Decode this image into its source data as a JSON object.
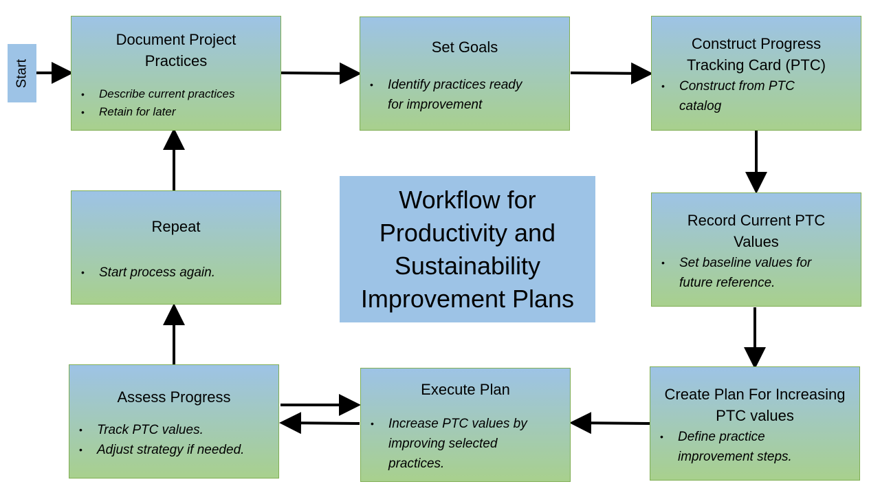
{
  "diagram": {
    "title": "Workflow for\nProductivity and\nSustainability\nImprovement Plans",
    "start_label": "Start",
    "steps": [
      {
        "title": "Document Project\nPractices",
        "bullets": [
          "Describe current practices",
          "Retain for later"
        ]
      },
      {
        "title": "Set Goals",
        "bullets": [
          "Identify practices ready\nfor improvement"
        ]
      },
      {
        "title": "Construct Progress\nTracking Card (PTC)",
        "bullets": [
          "Construct from PTC\ncatalog"
        ]
      },
      {
        "title": "Record Current PTC\nValues",
        "bullets": [
          "Set baseline values for\nfuture reference."
        ]
      },
      {
        "title": "Create Plan For Increasing\nPTC values",
        "bullets": [
          "Define practice\nimprovement steps."
        ]
      },
      {
        "title": "Execute Plan",
        "bullets": [
          "Increase PTC values by\nimproving selected\npractices."
        ]
      },
      {
        "title": "Assess Progress",
        "bullets": [
          "Track PTC values.",
          "Adjust strategy if needed."
        ]
      },
      {
        "title": "Repeat",
        "bullets": [
          "Start process again."
        ]
      }
    ],
    "colors": {
      "box_top": "#9dc3e6",
      "box_bottom": "#a8d08d",
      "box_border": "#7fae53",
      "label_fill": "#9dc3e6",
      "arrow": "#000000"
    }
  }
}
